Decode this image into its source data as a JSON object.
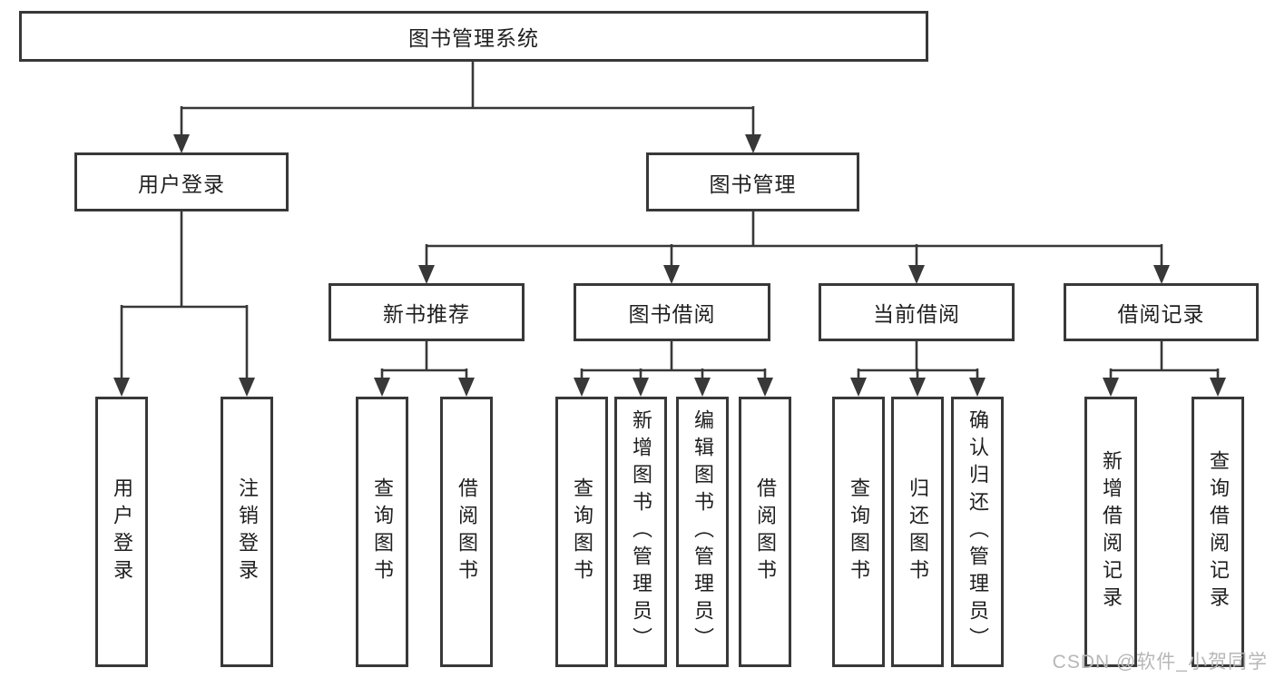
{
  "tree": {
    "root": "图书管理系统",
    "branches": [
      {
        "label": "用户登录",
        "leaves": [
          "用户登录",
          "注销登录"
        ]
      },
      {
        "label": "图书管理",
        "groups": [
          {
            "label": "新书推荐",
            "leaves": [
              "查询图书",
              "借阅图书"
            ]
          },
          {
            "label": "图书借阅",
            "leaves": [
              "查询图书",
              "新增图书（管理员）",
              "编辑图书（管理员）",
              "借阅图书"
            ]
          },
          {
            "label": "当前借阅",
            "leaves": [
              "查询图书",
              "归还图书",
              "确认归还（管理员）"
            ]
          },
          {
            "label": "借阅记录",
            "leaves": [
              "新增借阅记录",
              "查询借阅记录"
            ]
          }
        ]
      }
    ]
  },
  "watermark": "CSDN @软件_小贺同学",
  "colors": {
    "line": "#383838",
    "box_border": "#383838",
    "text": "#1f1f1f",
    "watermark": "#b7b7b7",
    "background": "#ffffff"
  }
}
